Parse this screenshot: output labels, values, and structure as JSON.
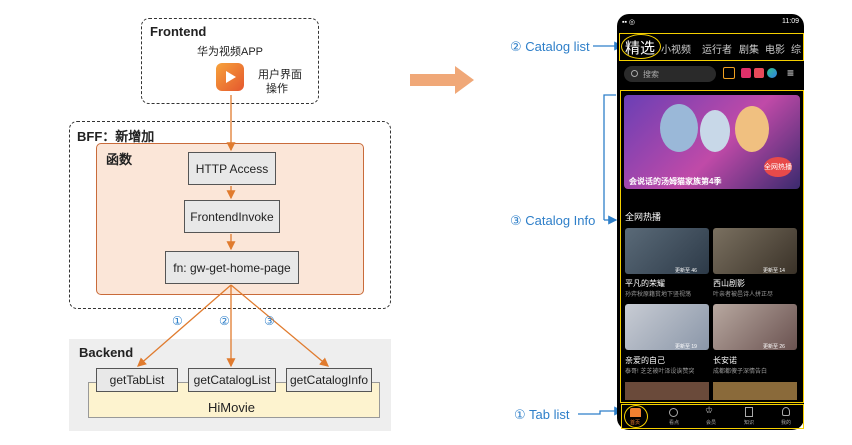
{
  "frontend": {
    "title": "Frontend",
    "app_name": "华为视频APP",
    "ui_label_line1": "用户界面",
    "ui_label_line2": "操作"
  },
  "bff": {
    "title": "BFF：新增加",
    "function_title": "函数",
    "nodes": [
      "HTTP Access",
      "FrontendInvoke",
      "fn: gw-get-home-page"
    ]
  },
  "backend": {
    "title": "Backend",
    "apis": [
      "getTabList",
      "getCatalogList",
      "getCatalogInfo"
    ],
    "service": "HiMovie",
    "markers": [
      "①",
      "②",
      "③"
    ]
  },
  "annotations": {
    "catalog_list": "② Catalog list",
    "catalog_info": "③ Catalog Info",
    "tab_list": "① Tab list"
  },
  "phone": {
    "status_left": "▪▪ ◎",
    "status_right": "11:09",
    "tabs": [
      "精选",
      "小视频",
      "运行者",
      "剧集",
      "电影",
      "综"
    ],
    "search_placeholder": "搜索",
    "banner_title": "会说话的汤姆猫家族第4季",
    "banner_badge": "全网热播",
    "section_title": "全网热播",
    "items": [
      {
        "title": "平凡的荣耀",
        "sub": "孙弈秋原籍贫地下竖视荡",
        "tag": "更新至 46"
      },
      {
        "title": "西山剧影",
        "sub": "叶亲者被邑诗人拼正尽",
        "tag": "更新至 14"
      },
      {
        "title": "亲爱的自己",
        "sub": "泰哥! 芝芝被叶泽设诶赞突",
        "tag": "更新至 19"
      },
      {
        "title": "长安诺",
        "sub": "成都都傻子深情告白",
        "tag": "更新至 26"
      }
    ],
    "bottom_nav": [
      "首页",
      "看点",
      "会员",
      "知识",
      "我的"
    ]
  },
  "colors": {
    "accent_orange": "#e07b2e",
    "annotation_blue": "#2e7fc9",
    "function_fill": "#fbe6d8",
    "himovie_fill": "#fdf3cf",
    "highlight_yellow": "#f5d000"
  }
}
